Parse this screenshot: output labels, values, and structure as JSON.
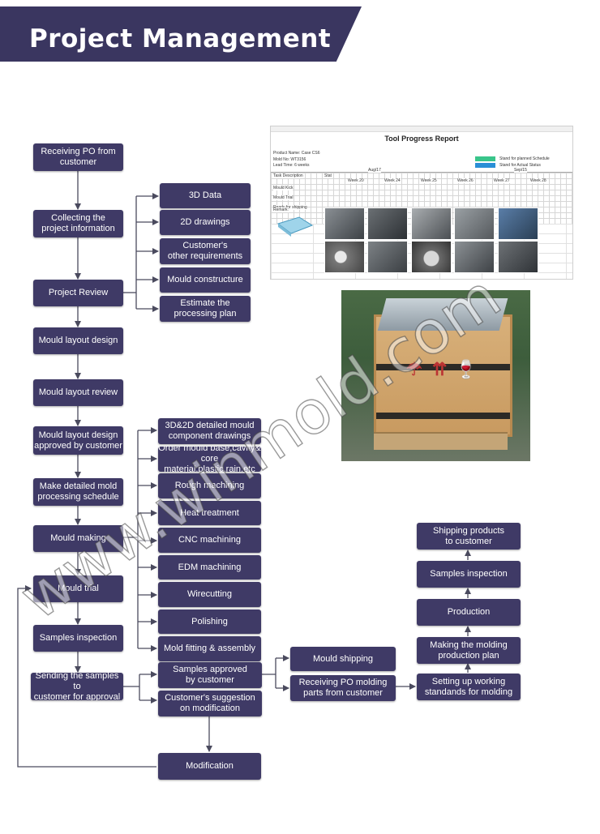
{
  "header": {
    "title": "Project Management"
  },
  "nodes": {
    "receiving_po": "Receiving PO from\ncustomer",
    "collecting_info": "Collecting the\nproject information",
    "project_review": "Project Review",
    "data_3d": "3D Data",
    "drawings_2d": "2D drawings",
    "other_requirements": "Customer's\nother requirements",
    "mould_construction": "Mould constructure",
    "estimate_plan": "Estimate the\nprocessing plan",
    "mould_layout_design": "Mould layout design",
    "mould_layout_review": "Mould layout review",
    "layout_approved": "Mould layout design\napproved by customer",
    "detailed_schedule": "Make detailed mold\nprocessing schedule",
    "component_drawings": "3D&2D detailed mould\ncomponent drawings",
    "order_material": "Order mould base,cavity&\ncore material,plastic,rain,etc",
    "rough_machining": "Rough machining",
    "heat_treatment": "Heat treatment",
    "cnc_machining": "CNC machining",
    "edm_machining": "EDM machining",
    "wirecutting": "Wirecutting",
    "polishing": "Polishing",
    "mold_fitting": "Mold fitting & assembly",
    "mould_making": "Mould making",
    "mould_trial": "Mould trial",
    "samples_inspection_left": "Samples inspection",
    "sending_samples": "Sending the samples to\ncustomer for approval",
    "samples_approved": "Samples approved\nby customer",
    "customer_suggestion": "Customer's suggestion\non modification",
    "modification": "Modification",
    "mould_shipping": "Mould shipping",
    "receiving_po_molding": "Receiving PO molding\nparts from customer",
    "setting_up": "Setting up working\nstandands for molding",
    "making_plan": "Making the molding\nproduction plan",
    "production": "Production",
    "samples_inspection_right": "Samples inspection",
    "shipping_products": "Shipping products\nto customer"
  },
  "report": {
    "title": "Tool Progress Report",
    "product_name": "Product Name: Case CS6",
    "mold_no": "Mold No: WT3156",
    "lead_time": "Lead Time: 6 weeks",
    "legend_planned": "Stand for planned Schedule",
    "legend_actual": "Stand for Actual Status",
    "col_task": "Task Description",
    "col_stat": "Stat",
    "month_label": "Aug/17",
    "month_label2": "Sep/15",
    "week1": "Week 20",
    "week2": "Week 24",
    "week3": "Week 25",
    "week4": "Week 26",
    "week5": "Week 27",
    "week6": "Week 28",
    "row1": "Mould Kick",
    "row2": "Mould Trial",
    "row3": "Ready for shipping",
    "remark": "Remark:"
  },
  "watermark": "www.winmold.com",
  "colors": {
    "box": "#3f3a66",
    "banner": "#3a3660",
    "line": "#4a4a5e"
  }
}
